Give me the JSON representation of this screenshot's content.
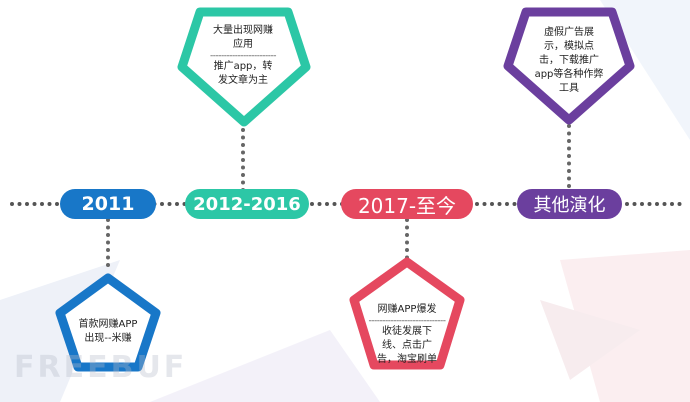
{
  "colors": {
    "blue": "#1877c8",
    "teal": "#2cc7a6",
    "red": "#e5485f",
    "purple": "#6b3f9e",
    "line": "#555555"
  },
  "periods": [
    {
      "label": "2011",
      "color": "#1877c8"
    },
    {
      "label": "2012-2016",
      "color": "#2cc7a6"
    },
    {
      "label": "2017-至今",
      "color": "#e5485f"
    },
    {
      "label": "其他演化",
      "color": "#6b3f9e"
    }
  ],
  "callouts": {
    "blue": {
      "lines": [
        "首款网赚APP",
        "出现--米赚"
      ]
    },
    "teal": {
      "title": [
        "大量出现网赚",
        "应用"
      ],
      "separator": "------------------------",
      "body": [
        "推广app，转",
        "发文章为主"
      ]
    },
    "red": {
      "title": [
        "网赚APP爆发"
      ],
      "separator": "----------------------------",
      "body": [
        "收徒发展下",
        "线、点击广",
        "告，淘宝刷单"
      ]
    },
    "purple": {
      "lines": [
        "虚假广告展",
        "示，模拟点",
        "击，下载推广",
        "app等各种作弊",
        "工具"
      ]
    }
  },
  "watermark": "FREEBUF"
}
